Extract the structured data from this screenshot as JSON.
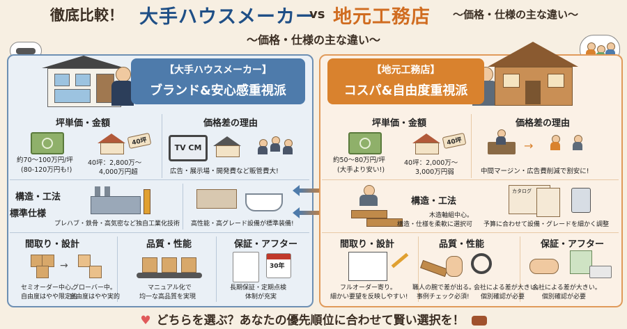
{
  "header": {
    "prefix": "徹底比較！",
    "left_title": "大手ハウスメーカー",
    "vs": "vs",
    "right_title": "地元工務店",
    "tail": "～価格・仕様の主な違い～",
    "subtitle": "～価格・仕様の主な違い～"
  },
  "left": {
    "banner_line1": "【大手ハウスメーカー】",
    "banner_line2": "ブランド&安心感重視派",
    "price_header": "坪単価・金額",
    "price_text1": "約70～100万円/坪",
    "price_text2": "(80-120万円も!)",
    "price_tag": "40坪",
    "price_text3": "40坪：2,800万～",
    "price_text4": "4,000万円超",
    "reason_header": "価格差の理由",
    "tv_label": "TV CM",
    "reason_text": "広告・展示場・開発費など販管費大!",
    "struct_header": "構造・工法",
    "spec_header": "標準仕様",
    "struct_text": "プレハブ・鉄骨・高気密など独自工業化技術",
    "spec_text": "高性能・高グレード設備が標準装備!",
    "layout_header": "間取り・設計",
    "layout_text1": "セミオーダー中心。",
    "layout_text2": "自由度はやや限定的",
    "layout_text3": "グローバー中。",
    "layout_text4": "自由度はやや実的",
    "quality_header": "品質・性能",
    "quality_text1": "マニュアル化で",
    "quality_text2": "均一な高品質を実現",
    "warranty_header": "保証・アフター",
    "warranty_text1": "長期保証・定期点検",
    "warranty_text2": "体制が充実",
    "calendar_label": "30年"
  },
  "right": {
    "banner_line1": "【地元工務店】",
    "banner_line2": "コスパ&自由度重視派",
    "price_header": "坪単価・金額",
    "price_text1": "約50～80万円/坪",
    "price_text2": "(大手より安い!)",
    "price_tag": "40坪",
    "price_text3": "40坪：2,000万～",
    "price_text4": "3,000万円弱",
    "reason_header": "価格差の理由",
    "reason_text": "中間マージン・広告費削減で割安に!",
    "struct_header": "構造・工法",
    "struct_text1": "木造軸組中心。",
    "struct_text2": "構造・仕様を柔軟に選択可",
    "catalog_label": "カタログ",
    "spec_text": "予算に合わせて設備・グレードを細かく調整",
    "layout_header": "間取り・設計",
    "layout_text1": "フルオーダー寄り。",
    "layout_text2": "細かい要望を反映しやすい!",
    "quality_header": "品質・性能",
    "quality_text1": "職人の腕で差が出る。",
    "quality_text2": "事例チェック必須!",
    "quality_text3": "会社による差が大きい。",
    "quality_text4": "個別確認が必要",
    "warranty_header": "保証・アフター",
    "warranty_text1": "会社による差が大きい。",
    "warranty_text2": "個別確認が必要"
  },
  "footer": {
    "text": "どちらを選ぶ？あなたの優先順位に合わせて賢い選択を！"
  },
  "colors": {
    "left_accent": "#4e7bab",
    "right_accent": "#d9822e"
  }
}
